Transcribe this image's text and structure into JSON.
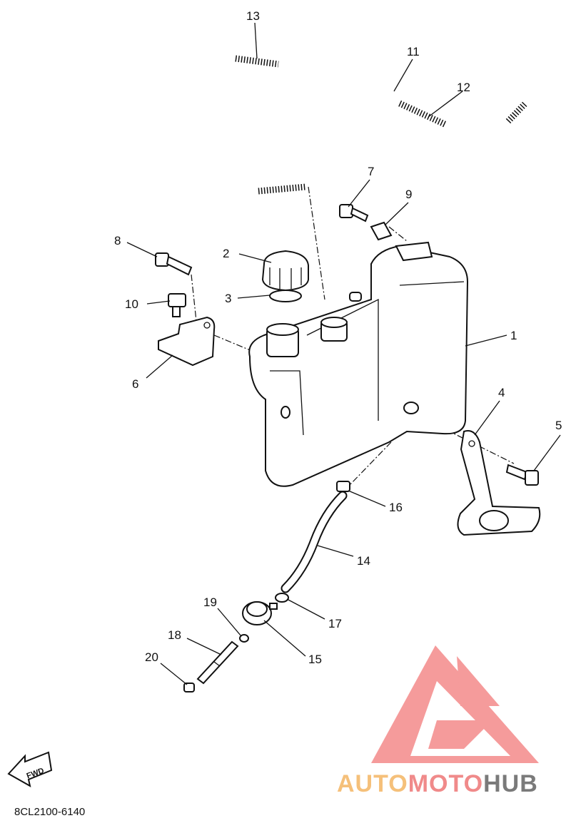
{
  "diagram": {
    "callouts": [
      {
        "id": "1",
        "text": "1"
      },
      {
        "id": "2",
        "text": "2"
      },
      {
        "id": "3",
        "text": "3"
      },
      {
        "id": "4",
        "text": "4"
      },
      {
        "id": "5",
        "text": "5"
      },
      {
        "id": "6",
        "text": "6"
      },
      {
        "id": "7",
        "text": "7"
      },
      {
        "id": "8",
        "text": "8"
      },
      {
        "id": "9",
        "text": "9"
      },
      {
        "id": "10",
        "text": "10"
      },
      {
        "id": "11",
        "text": "11"
      },
      {
        "id": "12",
        "text": "12"
      },
      {
        "id": "13",
        "text": "13"
      },
      {
        "id": "14",
        "text": "14"
      },
      {
        "id": "15",
        "text": "15"
      },
      {
        "id": "16",
        "text": "16"
      },
      {
        "id": "17",
        "text": "17"
      },
      {
        "id": "18",
        "text": "18"
      },
      {
        "id": "19",
        "text": "19"
      },
      {
        "id": "20",
        "text": "20"
      }
    ],
    "fwd_label": "FWD",
    "drawing_code": "8CL2100-6140"
  },
  "watermark": {
    "auto": "AUTO",
    "moto": "MOTO",
    "hub": "HUB",
    "colors": {
      "auto": "#f5c07a",
      "moto": "#f08a8a",
      "hub": "#7a7a7a",
      "logo": "#f27a7a"
    }
  }
}
